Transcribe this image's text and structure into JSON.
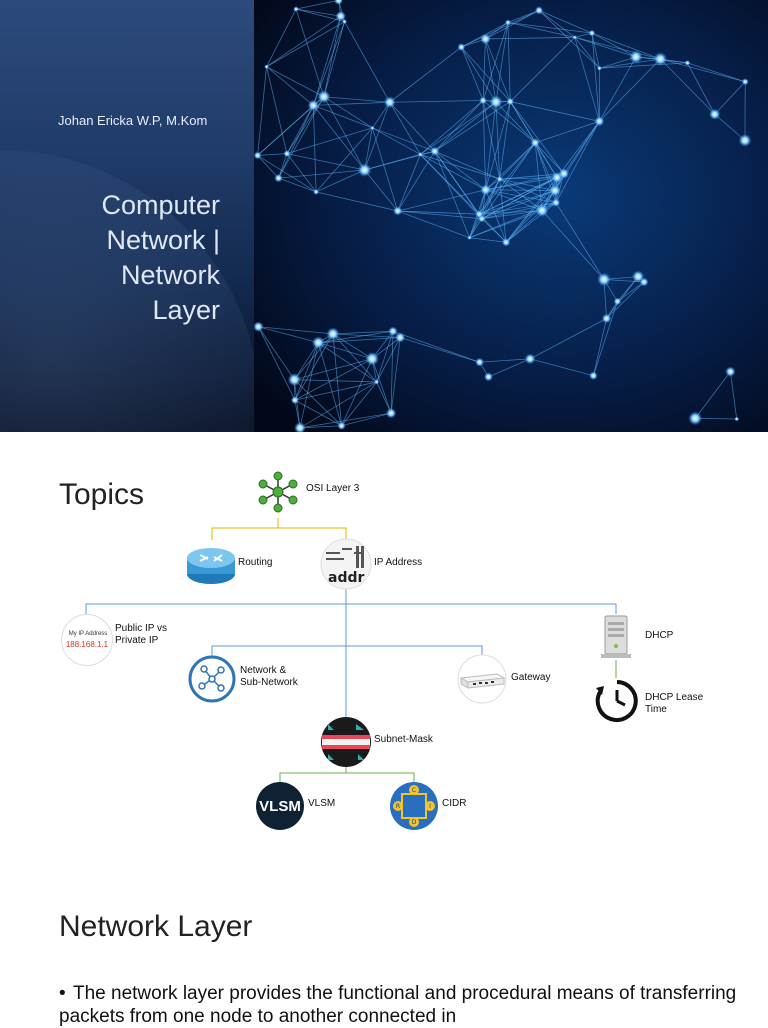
{
  "slide1": {
    "author": "Johan Ericka W.P, M.Kom",
    "title_lines": [
      "Computer",
      "Network |",
      "Network",
      "Layer"
    ]
  },
  "slide2": {
    "title": "Topics",
    "nodes": {
      "osi": "OSI Layer 3",
      "routing": "Routing",
      "ip": "IP Address",
      "public_line1": "Public IP vs",
      "public_line2": "Private IP",
      "public_icon_text1": "My IP Address",
      "public_icon_text2": "188.168.1.1",
      "dhcp": "DHCP",
      "network_line1": "Network &",
      "network_line2": "Sub-Network",
      "gateway": "Gateway",
      "lease_line1": "DHCP Lease",
      "lease_line2": "Time",
      "subnet": "Subnet-Mask",
      "vlsm": "VLSM",
      "vlsm_icon": "VLSM",
      "cidr": "CIDR",
      "ip_icon_text": "addr"
    }
  },
  "slide3": {
    "title": "Network Layer",
    "bullet": "The network layer provides the functional and procedural means of transferring packets from one node to another connected in"
  },
  "colors": {
    "connector_yellow": "#e0b400",
    "connector_blue": "#5b9bd5",
    "connector_green": "#70ad47"
  }
}
